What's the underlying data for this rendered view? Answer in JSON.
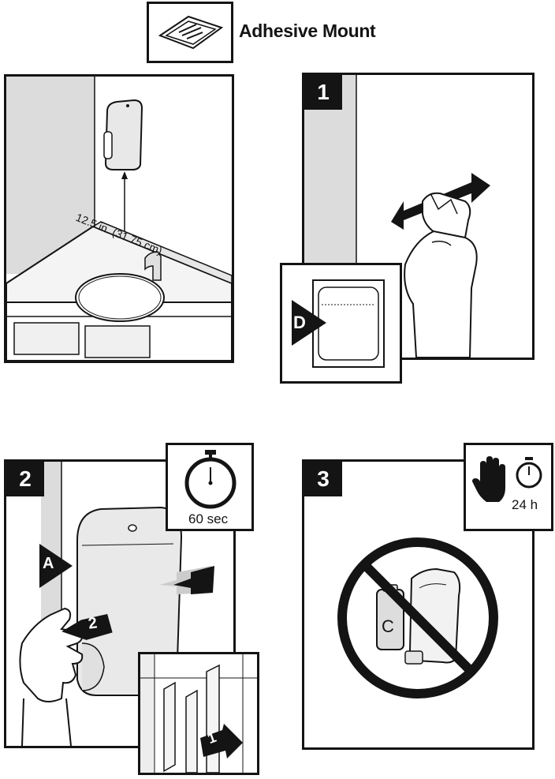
{
  "header": {
    "mount_icon": "adhesive-mount-pad-icon",
    "title": "Adhesive Mount"
  },
  "panel_install": {
    "measurement_label": "12.5 in. (31.75 cm)"
  },
  "step1": {
    "number": "1",
    "inset_label": "D"
  },
  "step2": {
    "number": "2",
    "timer_label": "60 sec",
    "label_a": "A",
    "arrow_label_2": "2",
    "arrow_label_1": "1"
  },
  "step3": {
    "number": "3",
    "wait_label": "24 h",
    "battery_label": "C"
  },
  "colors": {
    "ink": "#141414",
    "wall_gray": "#dcdcdc",
    "light_gray": "#ededed"
  }
}
